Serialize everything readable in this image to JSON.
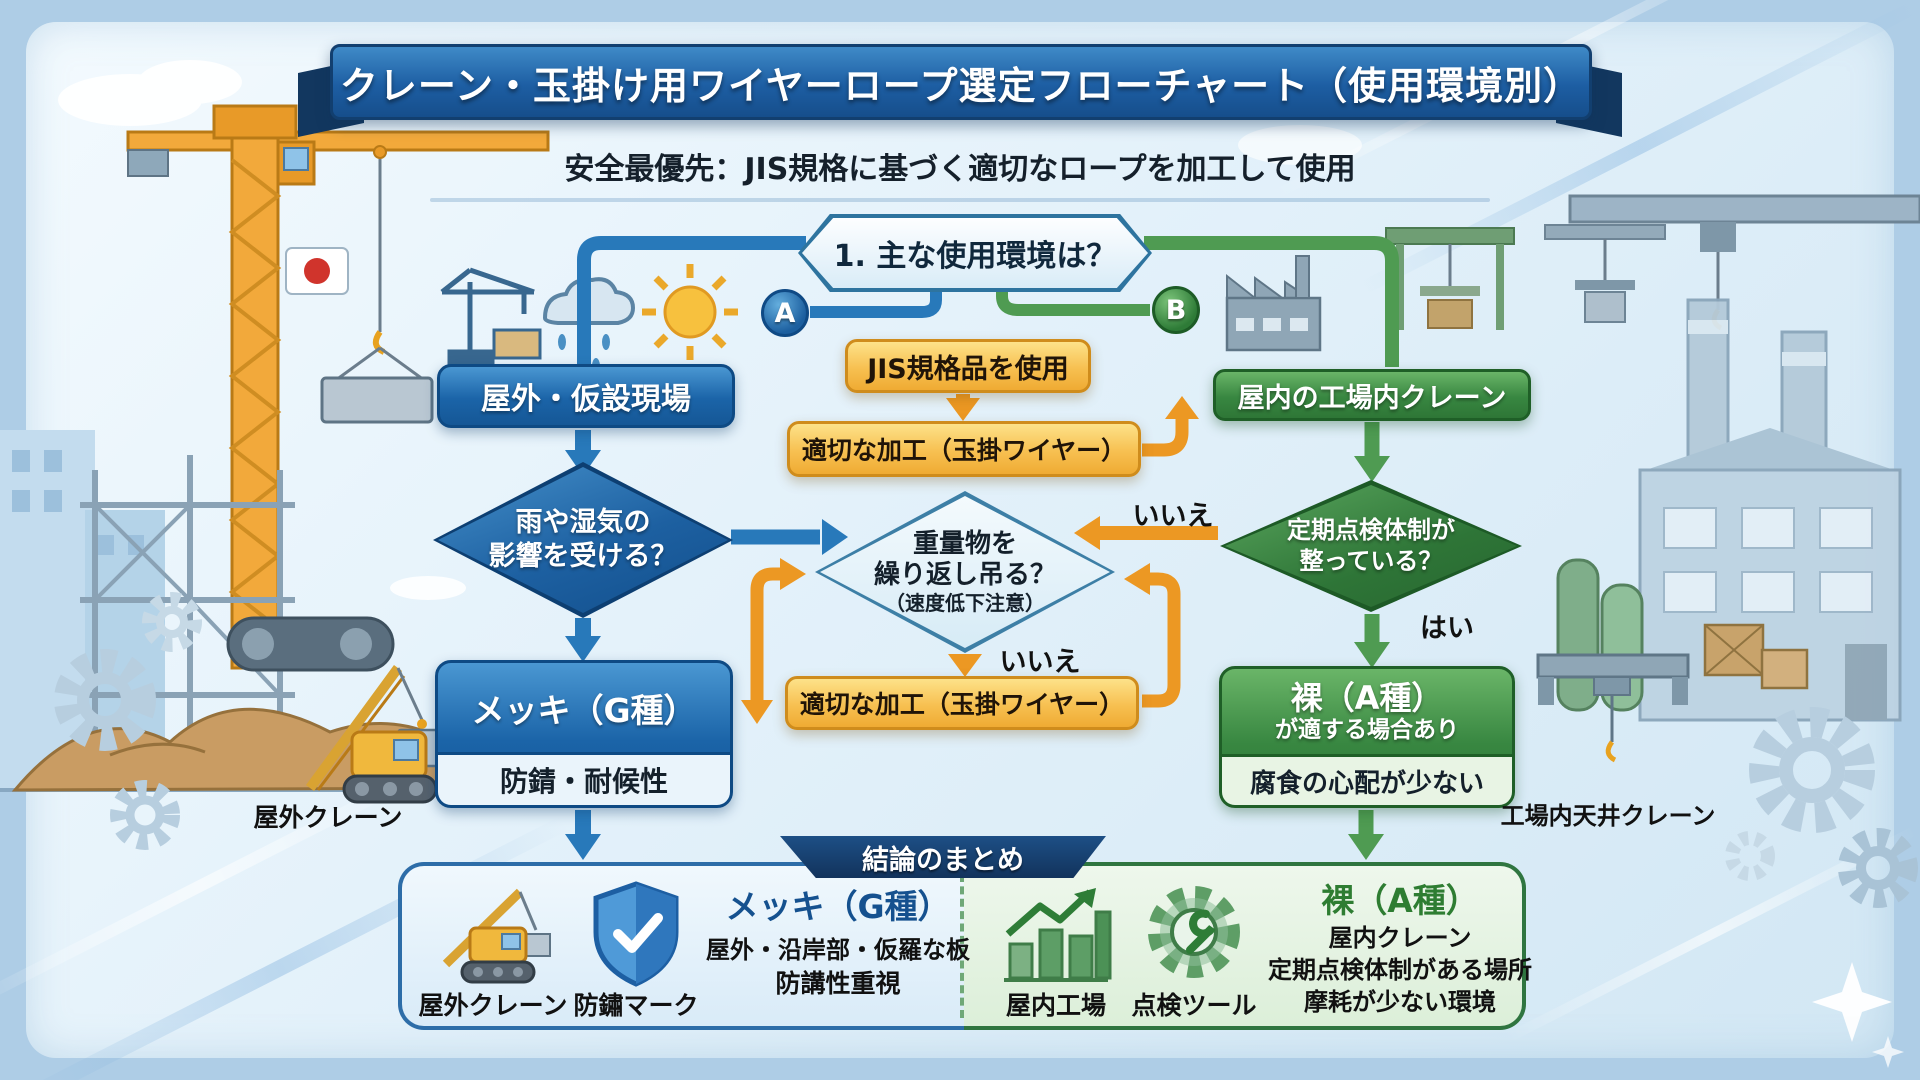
{
  "header": {
    "title": "クレーン・玉掛け用ワイヤーロープ選定フローチャート（使用環境別）",
    "subtitle": "安全最優先：JIS規格に基づく適切なロープを加工して使用"
  },
  "flow": {
    "start_question": "1. 主な使用環境は？",
    "branch_a": "A",
    "branch_b": "B",
    "outdoor_site": "屋外・仮設現場",
    "jis_standard": "JIS規格品を使用",
    "process_wire1": "適切な加工（玉掛ワイヤー）",
    "rain_line1": "雨や湿気の",
    "rain_line2": "影響を受ける？",
    "heavy_line1": "重量物を",
    "heavy_line2": "繰り返し吊る？",
    "heavy_line3": "（速度低下注意）",
    "no_label": "いいえ",
    "no_label2": "いいえ",
    "yes_label": "はい",
    "process_wire2": "適切な加工（玉掛ワイヤー）",
    "plated_title": "メッキ（G種）",
    "plated_sub": "防錆・耐候性",
    "indoor_crane": "屋内の工場内クレーン",
    "inspect_line1": "定期点検体制が",
    "inspect_line2": "整っている？",
    "bare_title": "裸（A種）",
    "bare_sub": "が適する場合あり",
    "bare_note": "腐食の心配が少ない"
  },
  "side_labels": {
    "outdoor_crane": "屋外クレーン",
    "ceiling_crane": "工場内天井クレーン"
  },
  "conclusion": {
    "banner": "結論のまとめ",
    "left": {
      "icon1_label": "屋外クレーン",
      "icon2_label": "防鏽マーク",
      "title": "メッキ（G種）",
      "line1": "屋外・沿岸部・仮羅な板",
      "line2": "防講性重視"
    },
    "right": {
      "icon1_label": "屋内工場",
      "icon2_label": "点検ツール",
      "title": "裸（A種）",
      "line1": "屋内クレーン",
      "line2": "定期点検体制がある場所",
      "line3": "摩耗が少ない環境"
    }
  },
  "colors": {
    "accent_blue": "#1c5a9e",
    "accent_green": "#2f7d38",
    "accent_orange": "#ec9823",
    "banner_navy": "#12355f"
  }
}
